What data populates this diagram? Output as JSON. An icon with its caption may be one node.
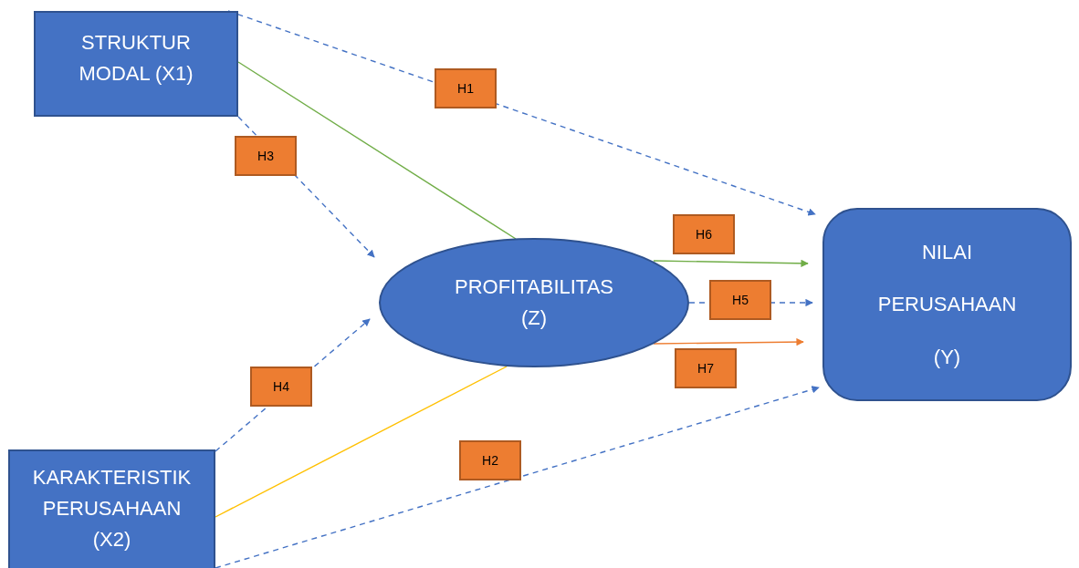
{
  "diagram": {
    "nodes": [
      {
        "text": [
          "STRUKTUR MODAL (X1)"
        ]
      },
      {
        "text": [
          "NILAI PERUSAHAAN (Y)"
        ]
      },
      {
        "text": [
          "PROFITABILITAS (Z)"
        ]
      },
      {
        "text": [
          "KARAKTERISTIK PERUSAHAAN (X2)"
        ]
      }
    ],
    "edges": [
      {
        "from": 0,
        "to": 1,
        "arrow": "to",
        "label": "H1",
        "style": "dashed"
      },
      {
        "from": 3,
        "to": 1,
        "arrow": "to",
        "label": "H2",
        "style": "dashed"
      },
      {
        "from": 0,
        "to": 2,
        "arrow": "to",
        "label": "H3",
        "style": "dashed"
      },
      {
        "from": 3,
        "to": 2,
        "arrow": "to",
        "label": "H4",
        "style": "dashed"
      },
      {
        "from": 2,
        "to": 1,
        "arrow": "to",
        "label": "H5",
        "style": "dashed"
      },
      {
        "from": 0,
        "to": 2,
        "arrow": "none",
        "color": "#70ad47"
      },
      {
        "from": 2,
        "to": 1,
        "arrow": "to",
        "label": "H6",
        "color": "#70ad47"
      },
      {
        "from": 3,
        "to": 2,
        "arrow": "none",
        "color": "#ffc000"
      },
      {
        "from": 2,
        "to": 1,
        "arrow": "to",
        "label": "H7",
        "color": "#ed7d31"
      }
    ]
  }
}
